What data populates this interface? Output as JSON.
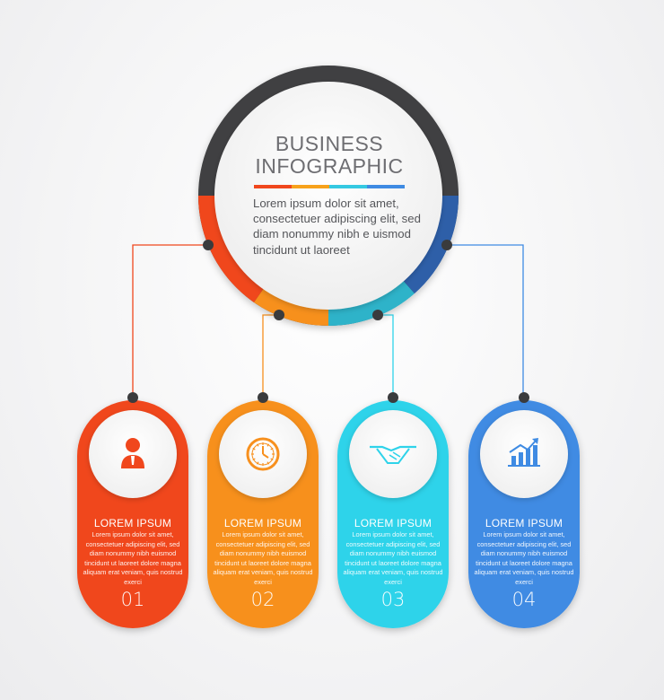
{
  "hub": {
    "title_line1": "BUSINESS",
    "title_line2": "INFOGRAPHIC",
    "body": "Lorem ipsum dolor sit amet, consectetuer adipiscing elit, sed diam nonummy nibh e uismod tincidunt ut laoreet",
    "accent_bar": [
      "#f0471d",
      "#f7a21b",
      "#35c9e2",
      "#3f8be3"
    ]
  },
  "steps": [
    {
      "number": "01",
      "title": "LOREM IPSUM",
      "body": "Lorem ipsum dolor sit amet, consectetuer adipiscing elit, sed diam nonummy nibh euismod tincidunt ut laoreet dolore magna aliquam erat veniam, quis nostrud exerci",
      "icon": "businessman-icon",
      "color": "#f0471d"
    },
    {
      "number": "02",
      "title": "LOREM IPSUM",
      "body": "Lorem ipsum dolor sit amet, consectetuer adipiscing elit, sed diam nonummy nibh euismod tincidunt ut laoreet dolore magna aliquam erat veniam, quis nostrud exerci",
      "icon": "clock-icon",
      "color": "#f7901e"
    },
    {
      "number": "03",
      "title": "LOREM IPSUM",
      "body": "Lorem ipsum dolor sit amet, consectetuer adipiscing elit, sed diam nonummy nibh euismod tincidunt ut laoreet dolore magna aliquam erat veniam, quis nostrud exerci",
      "icon": "handshake-icon",
      "color": "#2fd3ea"
    },
    {
      "number": "04",
      "title": "LOREM IPSUM",
      "body": "Lorem ipsum dolor sit amet, consectetuer adipiscing elit, sed diam nonummy nibh euismod tincidunt ut laoreet dolore magna aliquam erat veniam, quis nostrud exerci",
      "icon": "growth-chart-icon",
      "color": "#3f8be3"
    }
  ]
}
